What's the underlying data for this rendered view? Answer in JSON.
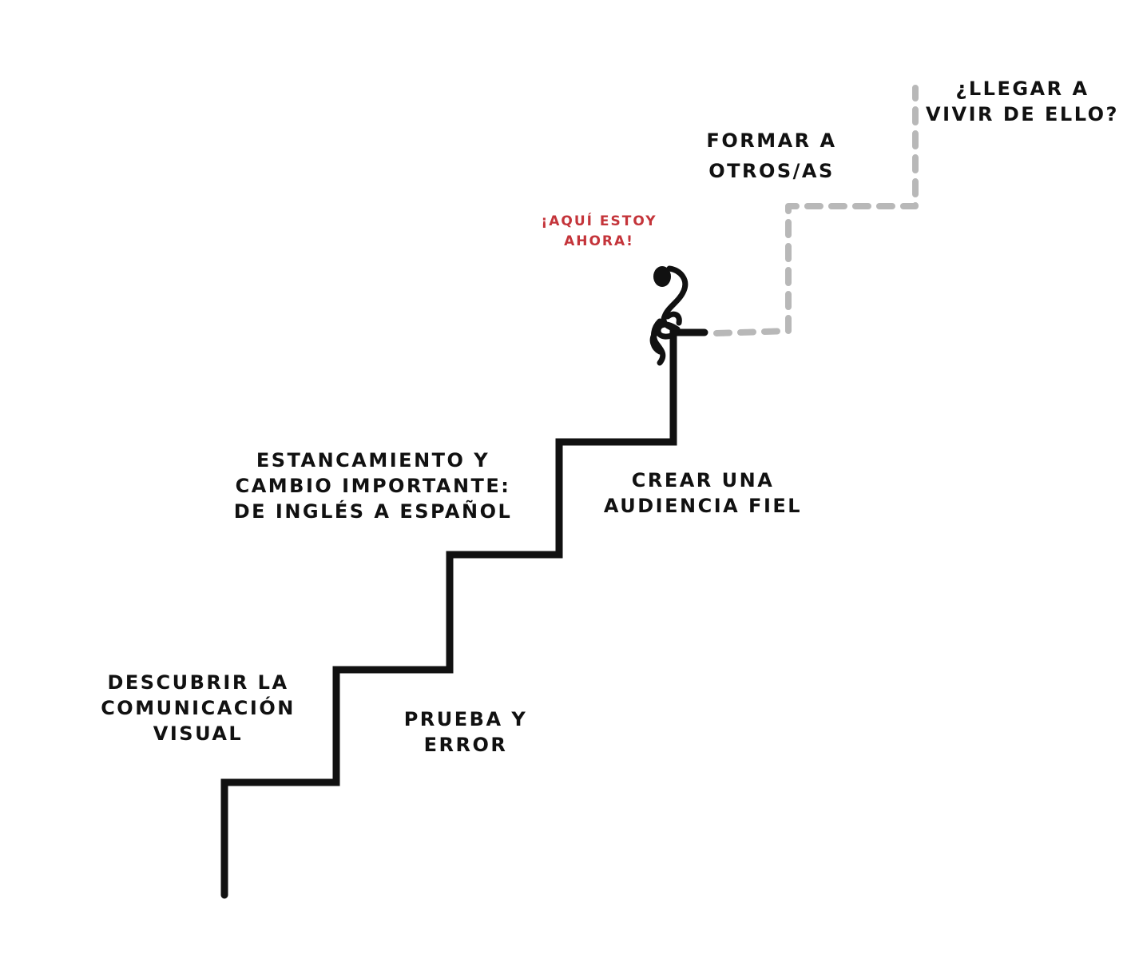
{
  "colors": {
    "ink": "#111111",
    "future_path": "#b8b8b8",
    "highlight": "#c4343a",
    "background": "#ffffff"
  },
  "figure_icon": "sitting-stick-figure-icon",
  "steps": [
    {
      "lines": [
        "DESCUBRIR LA",
        "COMUNICACIÓN",
        "VISUAL"
      ]
    },
    {
      "lines": [
        "PRUEBA Y",
        "ERROR"
      ]
    },
    {
      "lines": [
        "ESTANCAMIENTO Y",
        "CAMBIO IMPORTANTE:",
        "DE INGLÉS A ESPAÑOL"
      ]
    },
    {
      "lines": [
        "CREAR UNA",
        "AUDIENCIA FIEL"
      ]
    }
  ],
  "current_marker": {
    "lines": [
      "¡AQUÍ ESTOY",
      "AHORA!"
    ]
  },
  "future_steps": [
    {
      "lines": [
        "FORMAR A",
        "OTROS/AS"
      ]
    },
    {
      "lines": [
        "¿LLEGAR A",
        "VIVIR DE ELLO?"
      ]
    }
  ]
}
